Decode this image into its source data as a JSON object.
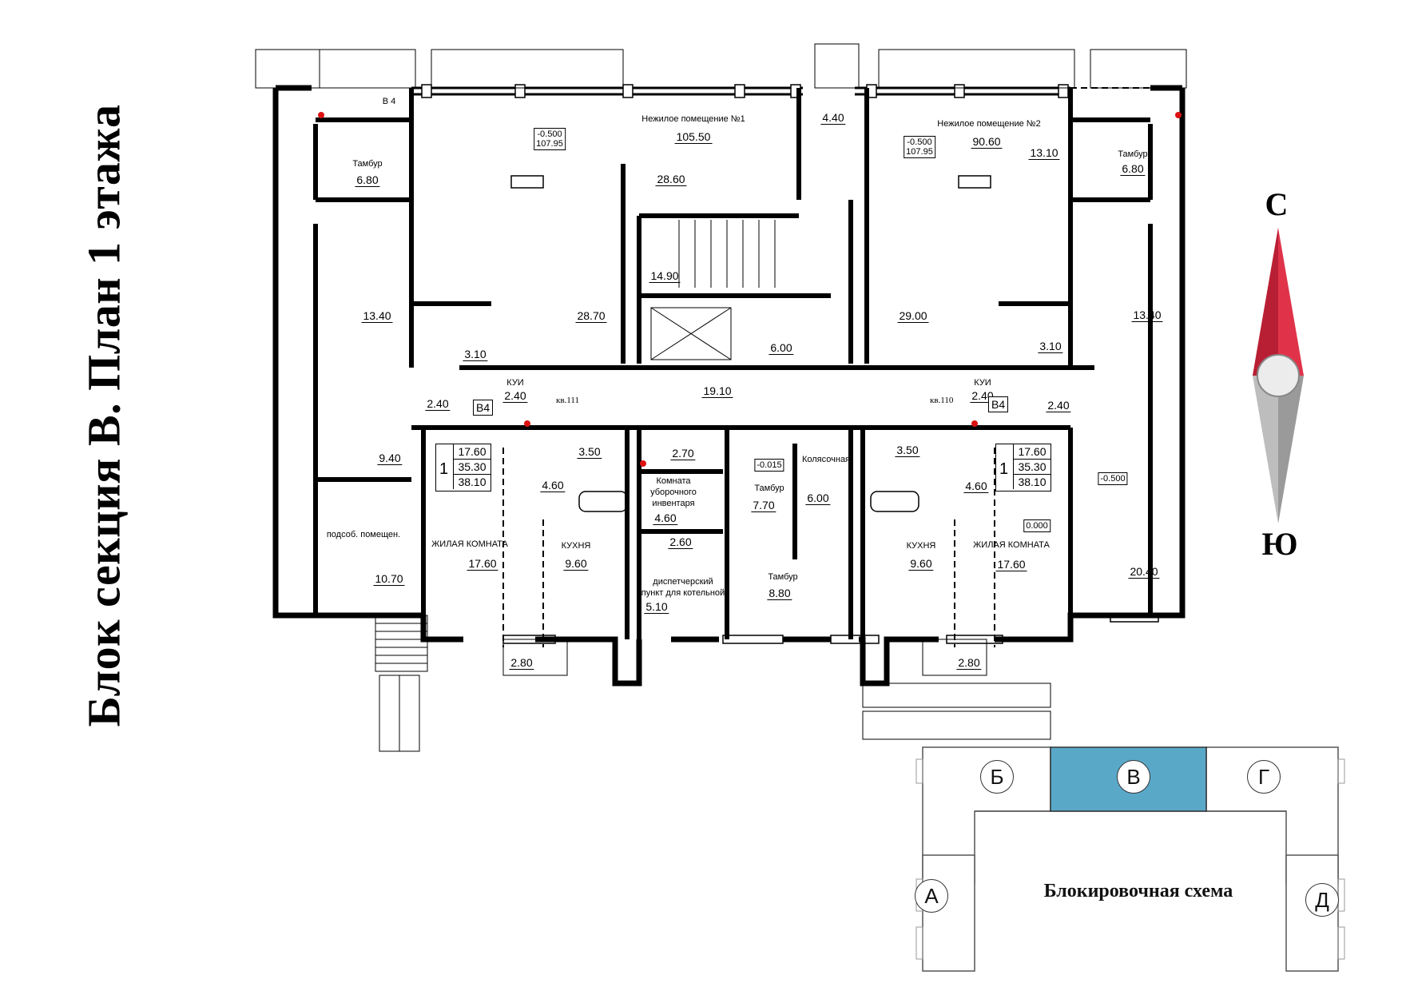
{
  "title": "Блок секция В. План 1 этажа",
  "rooms": [
    {
      "id": "nz1-name",
      "text": "Нежилое помещение №1"
    },
    {
      "id": "nz1-area",
      "text": "105.50"
    },
    {
      "id": "nz1-lvl",
      "text": "-0.500\n107.95"
    },
    {
      "id": "nz1-28.60",
      "text": "28.60"
    },
    {
      "id": "nz1-28.70",
      "text": "28.70"
    },
    {
      "id": "nz2-name",
      "text": "Нежилое помещение №2"
    },
    {
      "id": "nz2-area",
      "text": "90.60"
    },
    {
      "id": "nz2-lvl",
      "text": "-0.500\n107.95"
    },
    {
      "id": "nz2-13.10",
      "text": "13.10"
    },
    {
      "id": "nz2-29.00",
      "text": "29.00"
    },
    {
      "id": "tambur-l",
      "text": "Тамбур"
    },
    {
      "id": "tambur-l-area",
      "text": "6.80"
    },
    {
      "id": "tambur-r",
      "text": "Тамбур"
    },
    {
      "id": "tambur-r-area",
      "text": "6.80"
    },
    {
      "id": "b4-top",
      "text": "В 4"
    },
    {
      "id": "a-4.40",
      "text": "4.40"
    },
    {
      "id": "a-14.90",
      "text": "14.90"
    },
    {
      "id": "a-6.00",
      "text": "6.00"
    },
    {
      "id": "a-19.10",
      "text": "19.10"
    },
    {
      "id": "a-13.40-l",
      "text": "13.40"
    },
    {
      "id": "a-13.40-r",
      "text": "13.40"
    },
    {
      "id": "a-3.10-l",
      "text": "3.10"
    },
    {
      "id": "a-3.10-r",
      "text": "3.10"
    },
    {
      "id": "kui-l",
      "text": "КУИ"
    },
    {
      "id": "kui-l-area",
      "text": "2.40"
    },
    {
      "id": "kui-r",
      "text": "КУИ"
    },
    {
      "id": "kui-r-area",
      "text": "2.40"
    },
    {
      "id": "a-2.40-l",
      "text": "2.40"
    },
    {
      "id": "a-2.40-r",
      "text": "2.40"
    },
    {
      "id": "kv111",
      "text": "кв.111"
    },
    {
      "id": "kv110",
      "text": "кв.110"
    },
    {
      "id": "a-9.40",
      "text": "9.40"
    },
    {
      "id": "podsob",
      "text": "подсоб. помещен."
    },
    {
      "id": "a-10.70",
      "text": "10.70"
    },
    {
      "id": "a-3.50-l",
      "text": "3.50"
    },
    {
      "id": "a-3.50-r",
      "text": "3.50"
    },
    {
      "id": "a-4.60-l",
      "text": "4.60"
    },
    {
      "id": "a-4.60-r",
      "text": "4.60"
    },
    {
      "id": "zhil-l",
      "text": "ЖИЛАЯ  КОМНАТА"
    },
    {
      "id": "zhil-l-area",
      "text": "17.60"
    },
    {
      "id": "zhil-r",
      "text": "ЖИЛАЯ  КОМНАТА"
    },
    {
      "id": "zhil-r-area",
      "text": "17.60"
    },
    {
      "id": "kuh-l",
      "text": "КУХНЯ"
    },
    {
      "id": "kuh-l-area",
      "text": "9.60"
    },
    {
      "id": "kuh-r",
      "text": "КУХНЯ"
    },
    {
      "id": "kuh-r-area",
      "text": "9.60"
    },
    {
      "id": "a-2.70",
      "text": "2.70"
    },
    {
      "id": "komnata",
      "text": "Комната\nуборочного\nинвентаря"
    },
    {
      "id": "komnata-area",
      "text": "4.60"
    },
    {
      "id": "a-2.60",
      "text": "2.60"
    },
    {
      "id": "disp",
      "text": "диспетчерский\nпункт для котельной"
    },
    {
      "id": "disp-area",
      "text": "5.10"
    },
    {
      "id": "lvl-0.015",
      "text": "-0.015"
    },
    {
      "id": "tambur-c",
      "text": "Тамбур"
    },
    {
      "id": "tambur-c-area",
      "text": "7.70"
    },
    {
      "id": "kolyas",
      "text": "Колясочная"
    },
    {
      "id": "kolyas-area",
      "text": "6.00"
    },
    {
      "id": "tambur-c2",
      "text": "Тамбур"
    },
    {
      "id": "tambur-c2-area",
      "text": "8.80"
    },
    {
      "id": "lvl-r-0.500",
      "text": "-0.500"
    },
    {
      "id": "lvl-0.000",
      "text": "0.000"
    },
    {
      "id": "a-20.40",
      "text": "20.40"
    },
    {
      "id": "a-2.80-l",
      "text": "2.80"
    },
    {
      "id": "a-2.80-r",
      "text": "2.80"
    }
  ],
  "unit_tags": [
    "В4",
    "В4"
  ],
  "apartments": [
    {
      "count": "1",
      "values": [
        "17.60",
        "35.30",
        "38.10"
      ]
    },
    {
      "count": "1",
      "values": [
        "17.60",
        "35.30",
        "38.10"
      ]
    }
  ],
  "compass": {
    "north": "С",
    "south": "Ю",
    "north_color": "#e0334a",
    "south_color": "#bdbdbd"
  },
  "blocking_scheme": {
    "title": "Блокировочная схема",
    "blocks": [
      "А",
      "Б",
      "В",
      "Г",
      "Д"
    ],
    "active": "В",
    "active_color": "#5aa8c8"
  }
}
